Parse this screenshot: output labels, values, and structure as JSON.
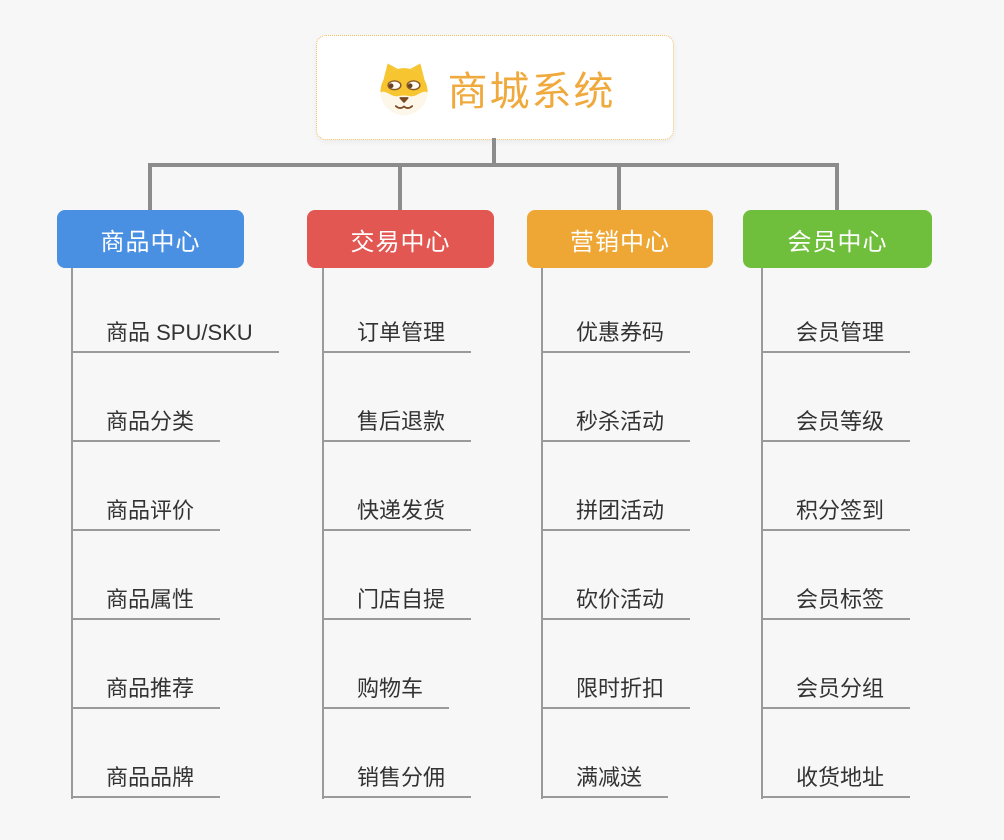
{
  "canvas": {
    "background": "#f7f7f7"
  },
  "root": {
    "title": "商城系统",
    "title_color": "#f0a93c",
    "background": "#ffffff",
    "border_color": "#f3bd62",
    "icon": "doge-face-icon"
  },
  "lines": {
    "connector_color": "#8c8c8c",
    "leaf_line_color": "#9a9a9a"
  },
  "branches": [
    {
      "label": "商品中心",
      "color": "#4a90e2",
      "children": [
        "商品 SPU/SKU",
        "商品分类",
        "商品评价",
        "商品属性",
        "商品推荐",
        "商品品牌"
      ]
    },
    {
      "label": "交易中心",
      "color": "#e25752",
      "children": [
        "订单管理",
        "售后退款",
        "快递发货",
        "门店自提",
        "购物车",
        "销售分佣"
      ]
    },
    {
      "label": "营销中心",
      "color": "#eea735",
      "children": [
        "优惠券码",
        "秒杀活动",
        "拼团活动",
        "砍价活动",
        "限时折扣",
        "满减送"
      ]
    },
    {
      "label": "会员中心",
      "color": "#6fbf3d",
      "children": [
        "会员管理",
        "会员等级",
        "积分签到",
        "会员标签",
        "会员分组",
        "收货地址"
      ]
    }
  ]
}
